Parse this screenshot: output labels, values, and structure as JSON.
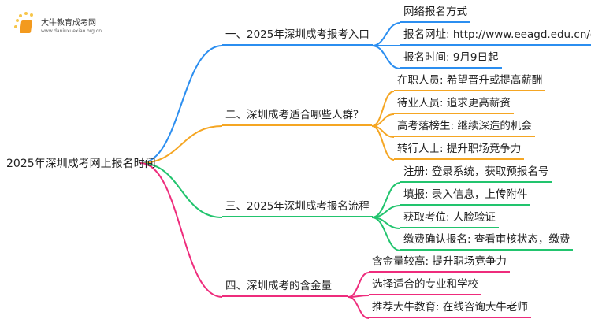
{
  "logo": {
    "name": "大牛教育成考网",
    "url": "www.daniuxuexiao.org.cn"
  },
  "root": "2025年深圳成考网上报名时间",
  "colors": {
    "b1": "#2b8ef0",
    "b2": "#f5a623",
    "b3": "#22c46e",
    "b4": "#ee2c7c",
    "root": "#2b8ef0"
  },
  "branches": [
    {
      "label": "一、2025年深圳成考报考入口",
      "children": [
        "网络报名方式",
        "报名网址: http://www.eeagd.edu.cn/cr",
        "报名时间: 9月9日起"
      ]
    },
    {
      "label": "二、深圳成考适合哪些人群？",
      "children": [
        "在职人员: 希望晋升或提高薪酬",
        "待业人员: 追求更高薪资",
        "高考落榜生: 继续深造的机会",
        "转行人士: 提升职场竞争力"
      ]
    },
    {
      "label": "三、2025年深圳成考报名流程",
      "children": [
        "注册: 登录系统，获取预报名号",
        "填报: 录入信息，上传附件",
        "获取考位: 人脸验证",
        "缴费确认报名: 查看审核状态，缴费"
      ]
    },
    {
      "label": "四、深圳成考的含金量",
      "children": [
        "含金量较高: 提升职场竞争力",
        "选择适合的专业和学校",
        "推荐大牛教育: 在线咨询大牛老师"
      ]
    }
  ]
}
